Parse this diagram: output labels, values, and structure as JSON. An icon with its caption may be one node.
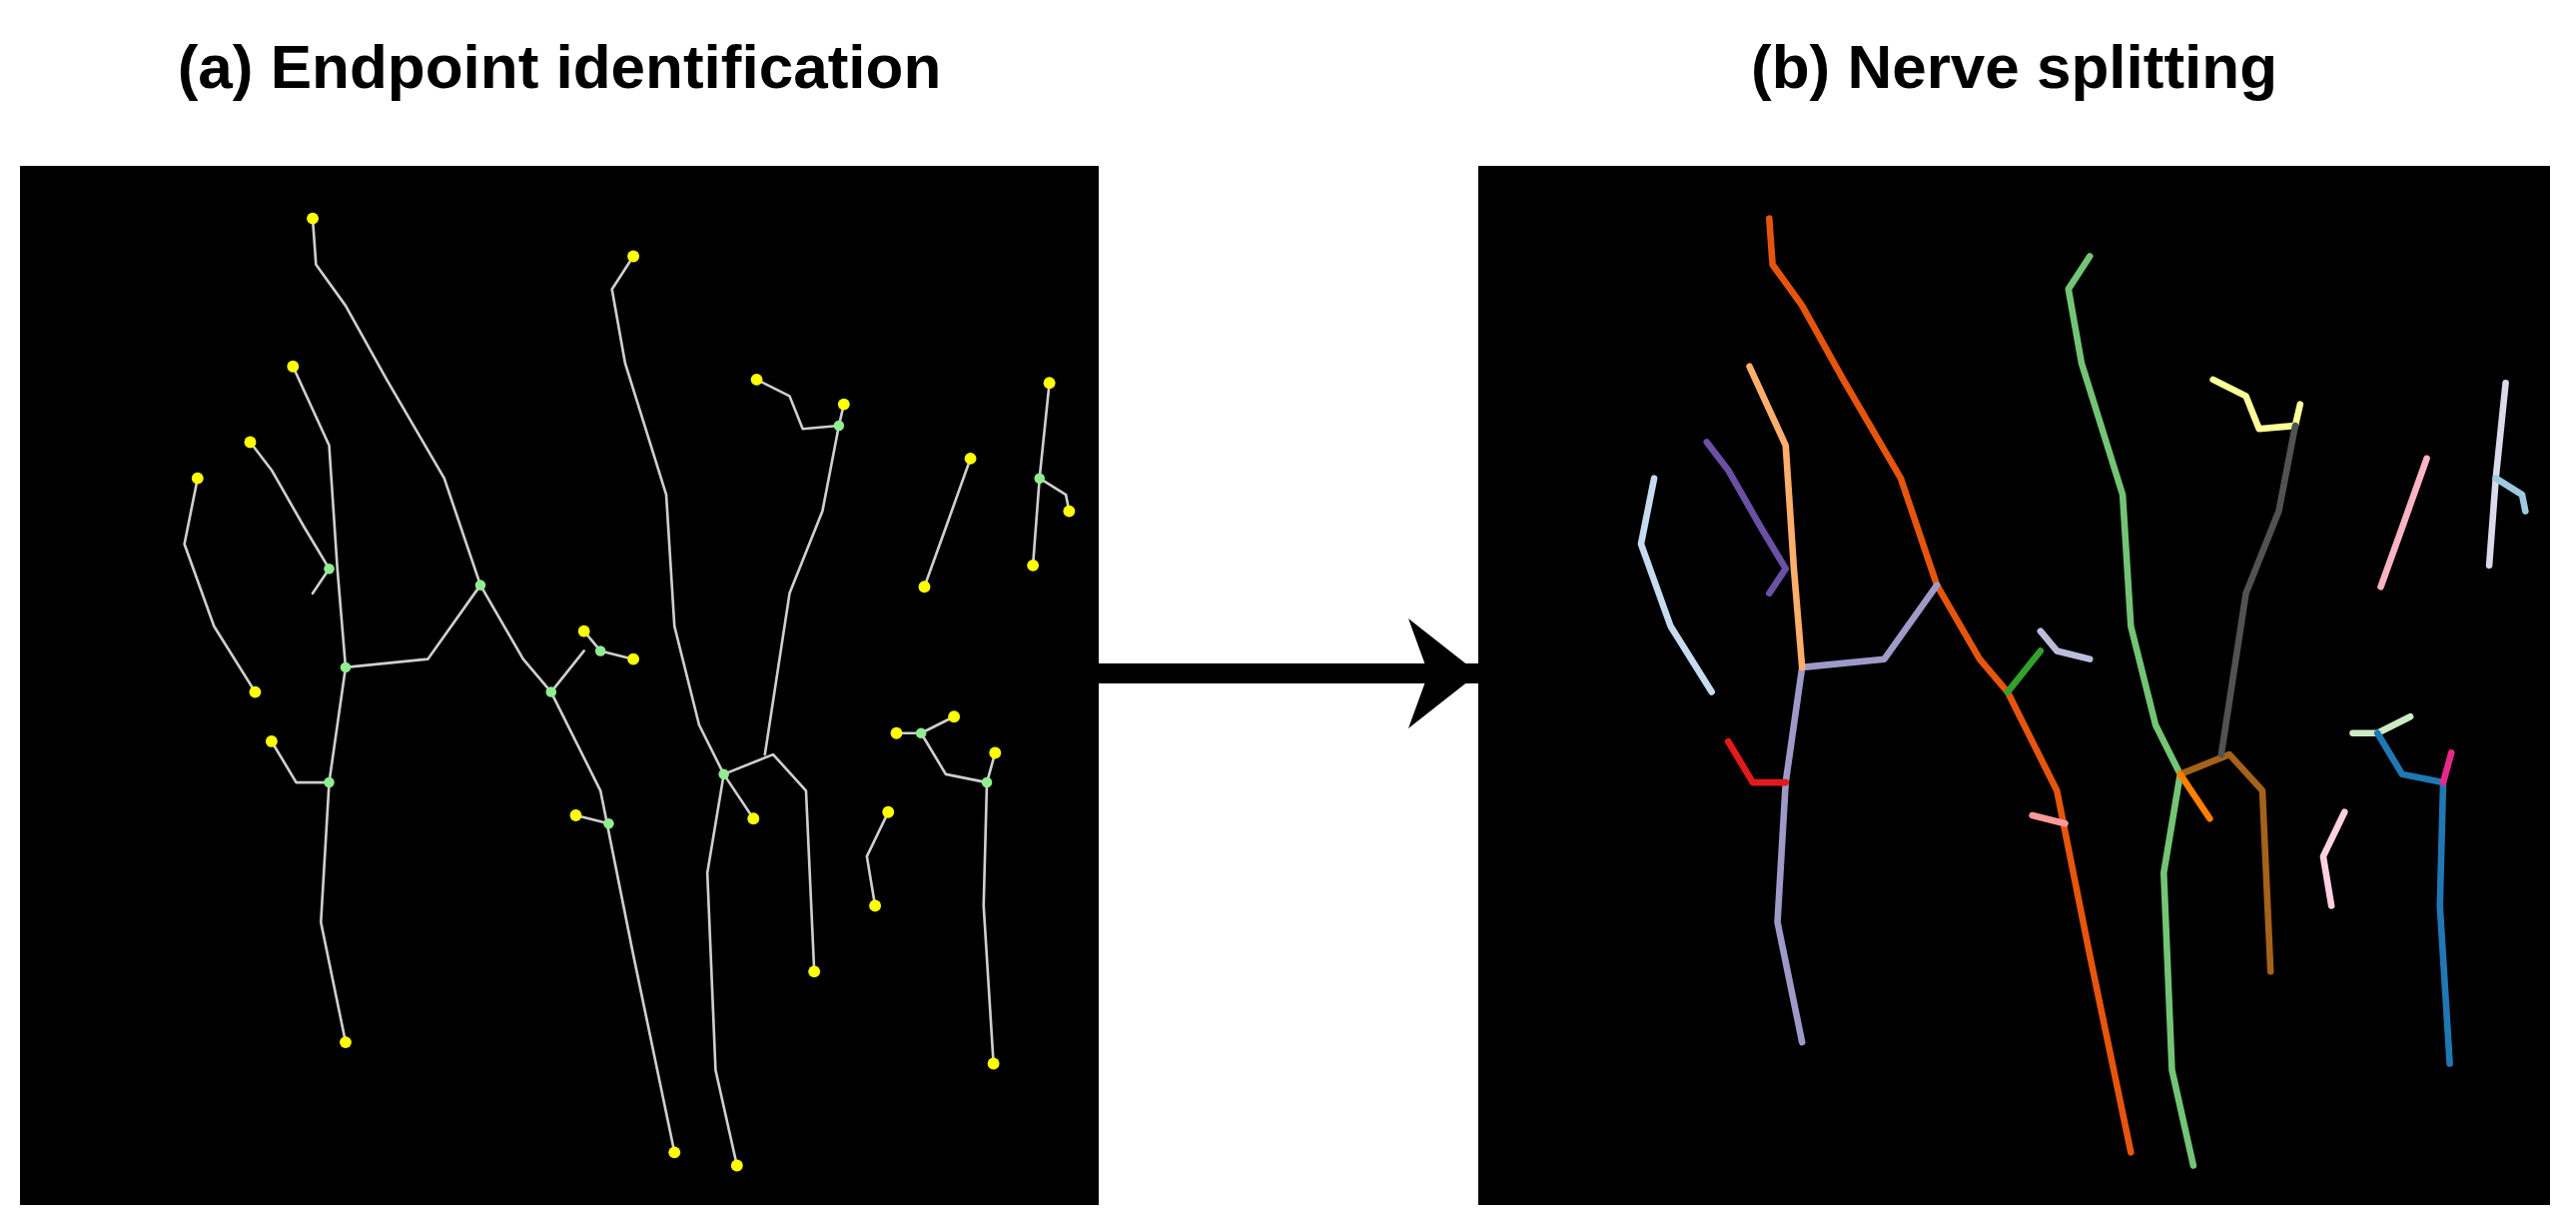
{
  "diagram": {
    "nodes": [
      {
        "text": [
          "(a) Endpoint identification"
        ]
      },
      {
        "text": [
          "(b) Nerve splitting"
        ]
      }
    ],
    "edges": [
      {
        "from": 0,
        "to": 1,
        "arrow": "to"
      }
    ]
  }
}
